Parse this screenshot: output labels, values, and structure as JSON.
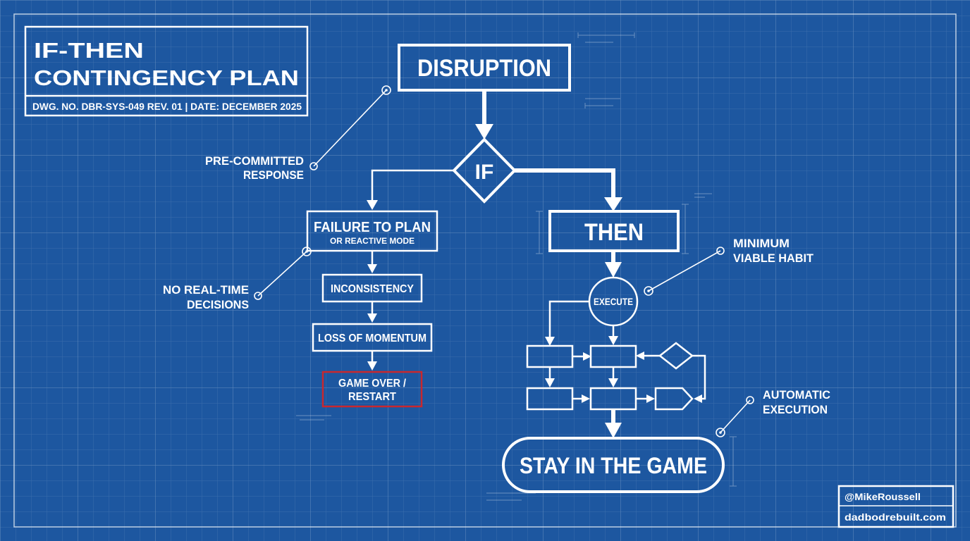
{
  "title_block": {
    "line1": "IF-THEN",
    "line2": "CONTINGENCY PLAN",
    "drawing_info": "DWG. NO. DBR-SYS-049 REV. 01 | DATE: DECEMBER 2025"
  },
  "nodes": {
    "disruption": "DISRUPTION",
    "if": "IF",
    "then": "THEN",
    "failure_line1": "FAILURE TO PLAN",
    "failure_line2": "OR REACTIVE MODE",
    "inconsistency": "INCONSISTENCY",
    "loss": "LOSS OF MOMENTUM",
    "game_over_line1": "GAME OVER /",
    "game_over_line2": "RESTART",
    "execute": "EXECUTE",
    "stay": "STAY IN THE GAME"
  },
  "callouts": {
    "pre_committed_line1": "PRE-COMMITTED",
    "pre_committed_line2": "RESPONSE",
    "no_realtime_line1": "NO REAL-TIME",
    "no_realtime_line2": "DECISIONS",
    "minimum_line1": "MINIMUM",
    "minimum_line2": "VIABLE HABIT",
    "automatic_line1": "AUTOMATIC",
    "automatic_line2": "EXECUTION"
  },
  "credits": {
    "handle": "@MikeRoussell",
    "site": "dadbodrebuilt.com"
  },
  "colors": {
    "background": "#1d57a0",
    "line": "#ffffff",
    "warning": "#c8282e"
  }
}
